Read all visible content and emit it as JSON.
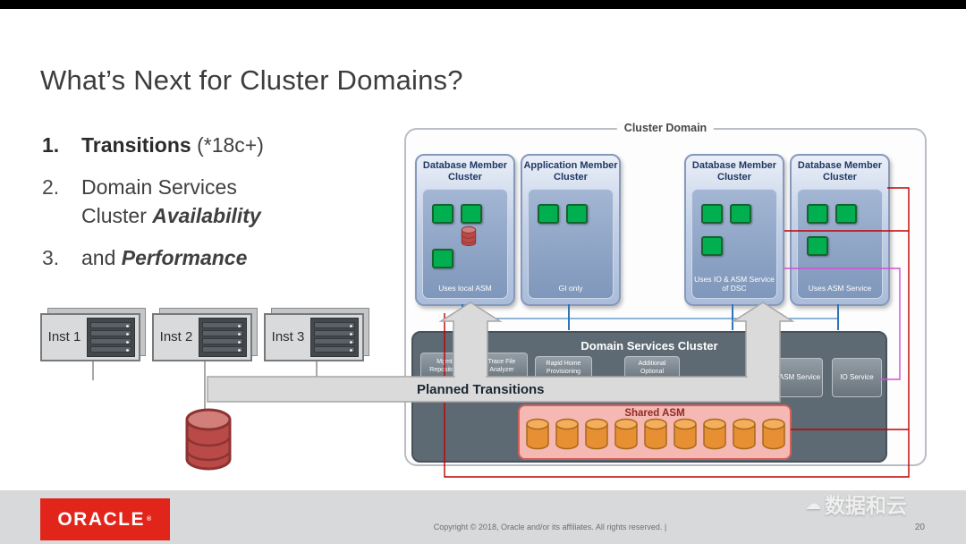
{
  "slide": {
    "title": "What’s Next for Cluster Domains?",
    "points": [
      {
        "num": "1.",
        "strong": "Transitions",
        "suffix": " (*18c+)"
      },
      {
        "num": "2.",
        "normal": "Domain Services Cluster ",
        "emphasis": "Availability"
      },
      {
        "num": "3.",
        "normal": "and ",
        "emphasis": "Performance"
      }
    ]
  },
  "left_diagram": {
    "servers": [
      {
        "label": "Inst 1"
      },
      {
        "label": "Inst 2"
      },
      {
        "label": "Inst 3"
      }
    ]
  },
  "cluster_domain": {
    "label": "Cluster Domain",
    "member_clusters": [
      {
        "title": "Database Member Cluster",
        "caption": "Uses local ASM"
      },
      {
        "title": "Application Member Cluster",
        "caption": "GI only"
      },
      {
        "title": "Database Member Cluster",
        "caption": "Uses IO & ASM Service of  DSC"
      },
      {
        "title": "Database Member Cluster",
        "caption": "Uses ASM Service"
      }
    ],
    "dsc": {
      "title": "Domain Services Cluster",
      "services": [
        "Mgmt Repository",
        "Trace File Analyzer",
        "Rapid Home Provisioning",
        "Additional Optional"
      ],
      "asm_service": "ASM Service",
      "io_service": "IO Service",
      "shared_asm": "Shared ASM"
    }
  },
  "annotations": {
    "planned_transitions": "Planned Transitions"
  },
  "footer": {
    "logo": "ORACLE",
    "logo_r": "®",
    "copyright": "Copyright © 2018, Oracle and/or its affiliates. All rights reserved.  |",
    "page": "20",
    "watermark": "数据和云"
  }
}
